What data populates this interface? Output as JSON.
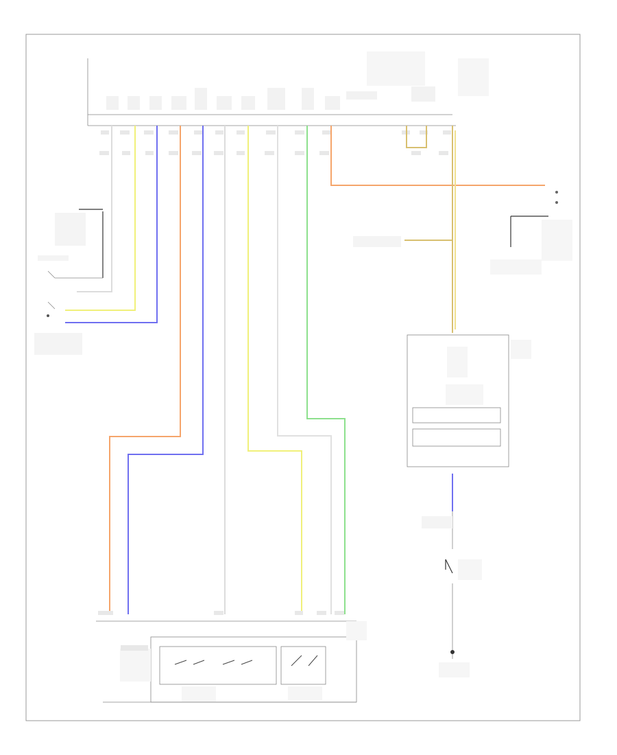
{
  "diagram": {
    "figure_id": "",
    "wire_colors": {
      "orange": "#f5a56b",
      "blue": "#6f6ff0",
      "yellow": "#f0f07a",
      "green": "#8de08d",
      "gray": "#c8c8c8",
      "lightgray": "#dcdcdc",
      "olive": "#d8c070",
      "frame": "#999999"
    },
    "components": [
      {
        "name": "top-connector-block",
        "icon": "connector-block-icon"
      },
      {
        "name": "left-switch-assembly",
        "icon": "switch-icon"
      },
      {
        "name": "right-control-module",
        "icon": "module-icon"
      },
      {
        "name": "right-lower-switch",
        "icon": "switch-icon"
      },
      {
        "name": "ground-point",
        "icon": "ground-icon"
      },
      {
        "name": "bottom-switch-module",
        "icon": "switch-icon"
      }
    ]
  }
}
